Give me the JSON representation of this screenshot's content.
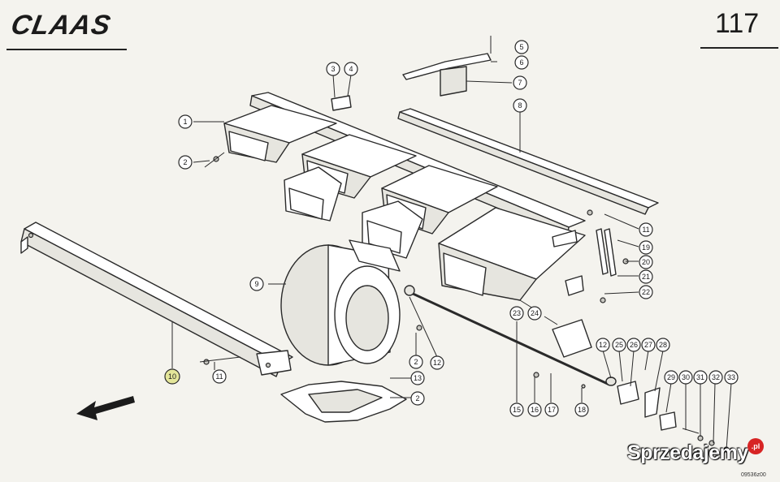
{
  "header": {
    "brand": "CLAAS",
    "page_number": "117"
  },
  "footer": {
    "reference_code": "09536z00"
  },
  "watermark": {
    "text": "Sprzedajemy",
    "badge": ".pl"
  },
  "callouts": [
    {
      "id": "c1",
      "label": "1"
    },
    {
      "id": "c2a",
      "label": "2"
    },
    {
      "id": "c3",
      "label": "3"
    },
    {
      "id": "c4",
      "label": "4"
    },
    {
      "id": "c5",
      "label": "5"
    },
    {
      "id": "c6",
      "label": "6"
    },
    {
      "id": "c7",
      "label": "7"
    },
    {
      "id": "c8",
      "label": "8"
    },
    {
      "id": "c9",
      "label": "9"
    },
    {
      "id": "c10",
      "label": "10"
    },
    {
      "id": "c11a",
      "label": "11"
    },
    {
      "id": "c11b",
      "label": "11"
    },
    {
      "id": "c12a",
      "label": "12"
    },
    {
      "id": "c12b",
      "label": "12"
    },
    {
      "id": "c2b",
      "label": "2"
    },
    {
      "id": "c13",
      "label": "13"
    },
    {
      "id": "c2c",
      "label": "2"
    },
    {
      "id": "c15",
      "label": "15"
    },
    {
      "id": "c16",
      "label": "16"
    },
    {
      "id": "c17",
      "label": "17"
    },
    {
      "id": "c18",
      "label": "18"
    },
    {
      "id": "c19",
      "label": "19"
    },
    {
      "id": "c20",
      "label": "20"
    },
    {
      "id": "c21",
      "label": "21"
    },
    {
      "id": "c22",
      "label": "22"
    },
    {
      "id": "c23",
      "label": "23"
    },
    {
      "id": "c24",
      "label": "24"
    },
    {
      "id": "c25",
      "label": "25"
    },
    {
      "id": "c26",
      "label": "26"
    },
    {
      "id": "c27",
      "label": "27"
    },
    {
      "id": "c28",
      "label": "28"
    },
    {
      "id": "c29",
      "label": "29"
    },
    {
      "id": "c30",
      "label": "30"
    },
    {
      "id": "c31",
      "label": "31"
    },
    {
      "id": "c32",
      "label": "32"
    },
    {
      "id": "c33",
      "label": "33"
    }
  ]
}
